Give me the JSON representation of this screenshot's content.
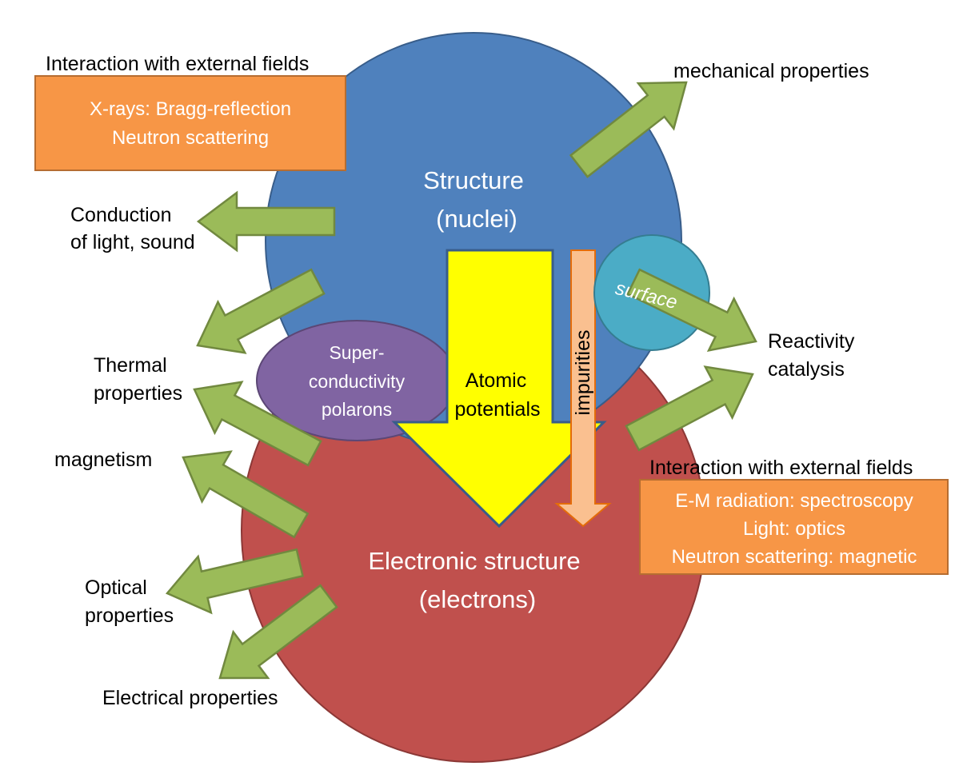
{
  "colors": {
    "structure_circle": "#4F81BD",
    "electronic_circle": "#C0504D",
    "arrow_green": "#9BBB59",
    "arrow_green_edge": "#71893F",
    "yellow_arrow": "#FFFF00",
    "impurities_arrow": "#FAC090",
    "orange_box": "#F79646",
    "surface_circle": "#4BACC6",
    "purple_ellipse": "#8064A2"
  },
  "structure": {
    "line1": "Structure",
    "line2": "(nuclei)"
  },
  "electronic": {
    "line1": "Electronic structure",
    "line2": "(electrons)"
  },
  "surface": {
    "label": "surface"
  },
  "superconductivity": {
    "line1": "Super-",
    "line2": "conductivity",
    "line3": "polarons"
  },
  "atomic_potentials": {
    "line1": "Atomic",
    "line2": "potentials"
  },
  "impurities": {
    "label": "impurities"
  },
  "top_left_box": {
    "heading": "Interaction with external fields",
    "line1": "X-rays: Bragg-reflection",
    "line2": "Neutron scattering"
  },
  "bottom_right_box": {
    "heading": "Interaction with external fields",
    "line1": "E-M radiation: spectroscopy",
    "line2": "Light: optics",
    "line3": "Neutron scattering: magnetic"
  },
  "labels": {
    "mechanical": "mechanical properties",
    "conduction_1": "Conduction",
    "conduction_2": "of light, sound",
    "thermal_1": "Thermal",
    "thermal_2": "properties",
    "magnetism": "magnetism",
    "optical_1": "Optical",
    "optical_2": "properties",
    "electrical": "Electrical properties",
    "reactivity_1": "Reactivity",
    "reactivity_2": "catalysis"
  }
}
